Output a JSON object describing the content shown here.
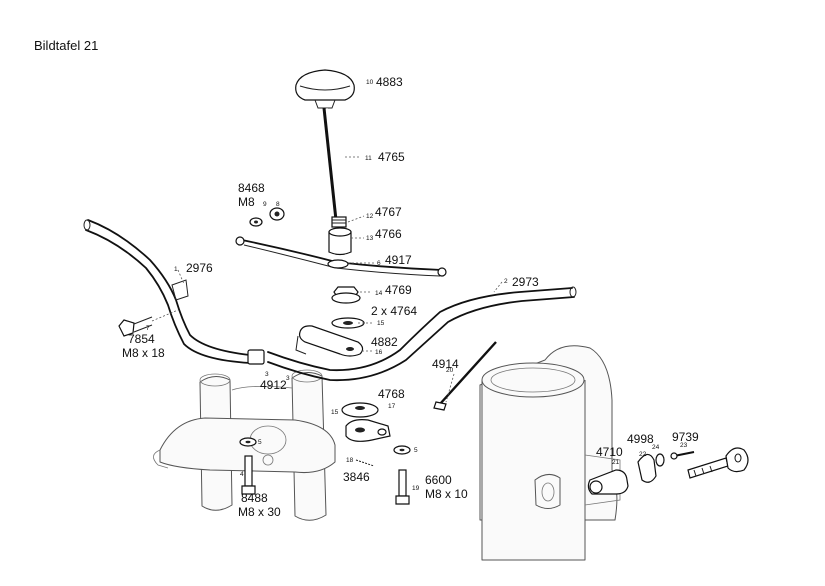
{
  "title": "Bildtafel 21",
  "parts": [
    {
      "id": "p4883",
      "number": "4883",
      "index": "10",
      "spec": ""
    },
    {
      "id": "p4765",
      "number": "4765",
      "index": "11",
      "spec": ""
    },
    {
      "id": "p8468",
      "number": "8468",
      "index": "9",
      "spec": "M8"
    },
    {
      "id": "p4767",
      "number": "4767",
      "index": "12",
      "spec": ""
    },
    {
      "id": "p4766",
      "number": "4766",
      "index": "13",
      "spec": ""
    },
    {
      "id": "p4917",
      "number": "4917",
      "index": "6",
      "spec": ""
    },
    {
      "id": "p2976",
      "number": "2976",
      "index": "1",
      "spec": ""
    },
    {
      "id": "p2973",
      "number": "2973",
      "index": "2",
      "spec": ""
    },
    {
      "id": "p4769",
      "number": "4769",
      "index": "14",
      "spec": ""
    },
    {
      "id": "p4764",
      "number": "2 x 4764",
      "index": "15",
      "spec": ""
    },
    {
      "id": "p4882",
      "number": "4882",
      "index": "16",
      "spec": ""
    },
    {
      "id": "p7854",
      "number": "7854",
      "index": "7",
      "spec": "M8 x 18"
    },
    {
      "id": "p4912",
      "number": "4912",
      "index": "3",
      "spec": ""
    },
    {
      "id": "p4914",
      "number": "4914",
      "index": "20",
      "spec": ""
    },
    {
      "id": "p4768",
      "number": "4768",
      "index": "17",
      "spec": ""
    },
    {
      "id": "p3846",
      "number": "3846",
      "index": "18",
      "spec": ""
    },
    {
      "id": "p6600",
      "number": "6600",
      "index": "19",
      "spec": "M8 x 10"
    },
    {
      "id": "p8488",
      "number": "8488",
      "index": "4",
      "spec": "M8 x 30"
    },
    {
      "id": "p4710",
      "number": "4710",
      "index": "21",
      "spec": ""
    },
    {
      "id": "p4998",
      "number": "4998",
      "index": "22",
      "spec": ""
    },
    {
      "id": "p9739",
      "number": "9739",
      "index": "23",
      "spec": ""
    }
  ],
  "extra_indices": {
    "i3b": "3",
    "i5a": "5",
    "i5b": "5",
    "i15b": "15",
    "i24": "24",
    "i8": "8"
  }
}
